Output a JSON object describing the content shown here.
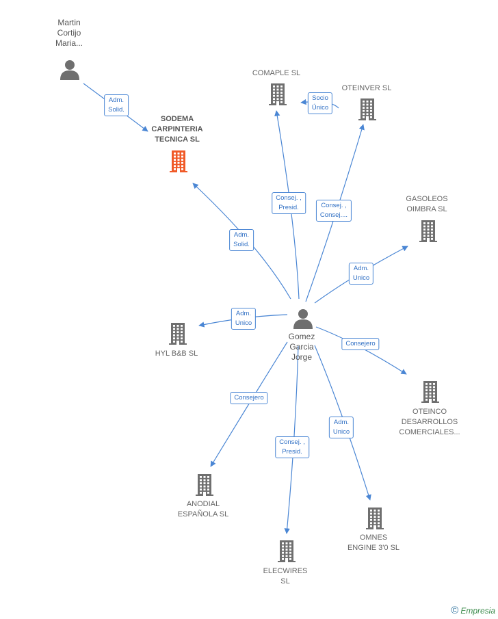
{
  "nodes": [
    {
      "id": "martin",
      "kind": "person",
      "label": [
        "Martin",
        "Cortijo",
        "Maria..."
      ]
    },
    {
      "id": "sodema",
      "kind": "company-focus",
      "label": [
        "SODEMA",
        "CARPINTERIA",
        "TECNICA  SL"
      ]
    },
    {
      "id": "comaple",
      "kind": "company",
      "label": [
        "COMAPLE SL"
      ]
    },
    {
      "id": "oteinver",
      "kind": "company",
      "label": [
        "OTEINVER  SL"
      ]
    },
    {
      "id": "gasoleos",
      "kind": "company",
      "label": [
        "GASOLEOS",
        "OIMBRA SL"
      ]
    },
    {
      "id": "gomez",
      "kind": "person",
      "label": [
        "Gomez",
        "Garcia",
        "Jorge"
      ]
    },
    {
      "id": "hyl",
      "kind": "company",
      "label": [
        "HYL B&B  SL"
      ]
    },
    {
      "id": "oteinco",
      "kind": "company",
      "label": [
        "OTEINCO",
        "DESARROLLOS",
        "COMERCIALES..."
      ]
    },
    {
      "id": "anodial",
      "kind": "company",
      "label": [
        "ANODIAL",
        "ESPAÑOLA SL"
      ]
    },
    {
      "id": "elecwires",
      "kind": "company",
      "label": [
        "ELECWIRES",
        "SL"
      ]
    },
    {
      "id": "omnes",
      "kind": "company",
      "label": [
        "OMNES",
        "ENGINE 3'0  SL"
      ]
    }
  ],
  "edges": [
    {
      "from": "martin",
      "to": "sodema",
      "label": [
        "Adm.",
        "Solid."
      ]
    },
    {
      "from": "gomez",
      "to": "sodema",
      "label": [
        "Adm.",
        "Solid."
      ]
    },
    {
      "from": "gomez",
      "to": "comaple",
      "label": [
        "Consej. ,",
        "Presid."
      ]
    },
    {
      "from": "gomez",
      "to": "oteinver",
      "label": [
        "Consej. ,",
        "Consej...."
      ]
    },
    {
      "from": "oteinver",
      "to": "comaple",
      "label": [
        "Socio",
        "Único"
      ]
    },
    {
      "from": "gomez",
      "to": "gasoleos",
      "label": [
        "Adm.",
        "Unico"
      ]
    },
    {
      "from": "gomez",
      "to": "hyl",
      "label": [
        "Adm.",
        "Unico"
      ]
    },
    {
      "from": "gomez",
      "to": "oteinco",
      "label": [
        "Consejero"
      ]
    },
    {
      "from": "gomez",
      "to": "anodial",
      "label": [
        "Consejero"
      ]
    },
    {
      "from": "gomez",
      "to": "elecwires",
      "label": [
        "Consej. ,",
        "Presid."
      ]
    },
    {
      "from": "gomez",
      "to": "omnes",
      "label": [
        "Adm.",
        "Unico"
      ]
    }
  ],
  "colors": {
    "edge": "#4a86d4",
    "company": "#6f6f6f",
    "focus": "#f05a28",
    "person": "#6f6f6f"
  },
  "footer": {
    "copyright": "©",
    "brand": "Empresia"
  }
}
